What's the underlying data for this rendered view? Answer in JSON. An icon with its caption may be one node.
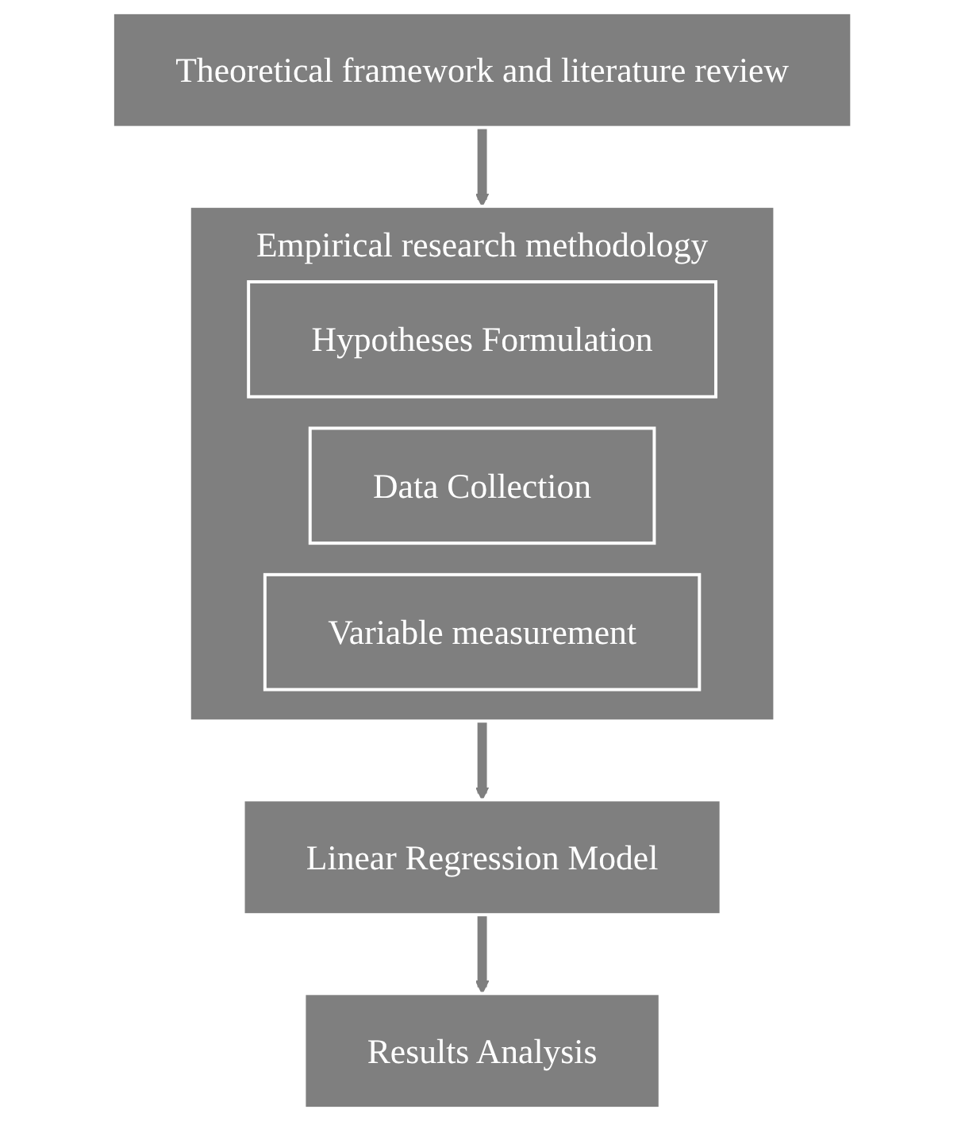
{
  "diagram": {
    "nodes": [
      {
        "text": [
          "Theoretical framework and literature review"
        ]
      },
      {
        "text": [
          "Empirical research methodology"
        ]
      },
      {
        "text": [
          "Hypotheses Formulation"
        ],
        "in": 1
      },
      {
        "text": [
          "Data Collection"
        ],
        "in": 1
      },
      {
        "text": [
          "Variable measurement"
        ],
        "in": 1
      },
      {
        "text": [
          "Linear Regression Model"
        ]
      },
      {
        "text": [
          "Results Analysis"
        ]
      }
    ],
    "edges": [
      {
        "from": 0,
        "to": 1,
        "arrow": "to"
      },
      {
        "from": 1,
        "to": 5,
        "arrow": "to"
      },
      {
        "from": 5,
        "to": 6,
        "arrow": "to"
      }
    ]
  }
}
